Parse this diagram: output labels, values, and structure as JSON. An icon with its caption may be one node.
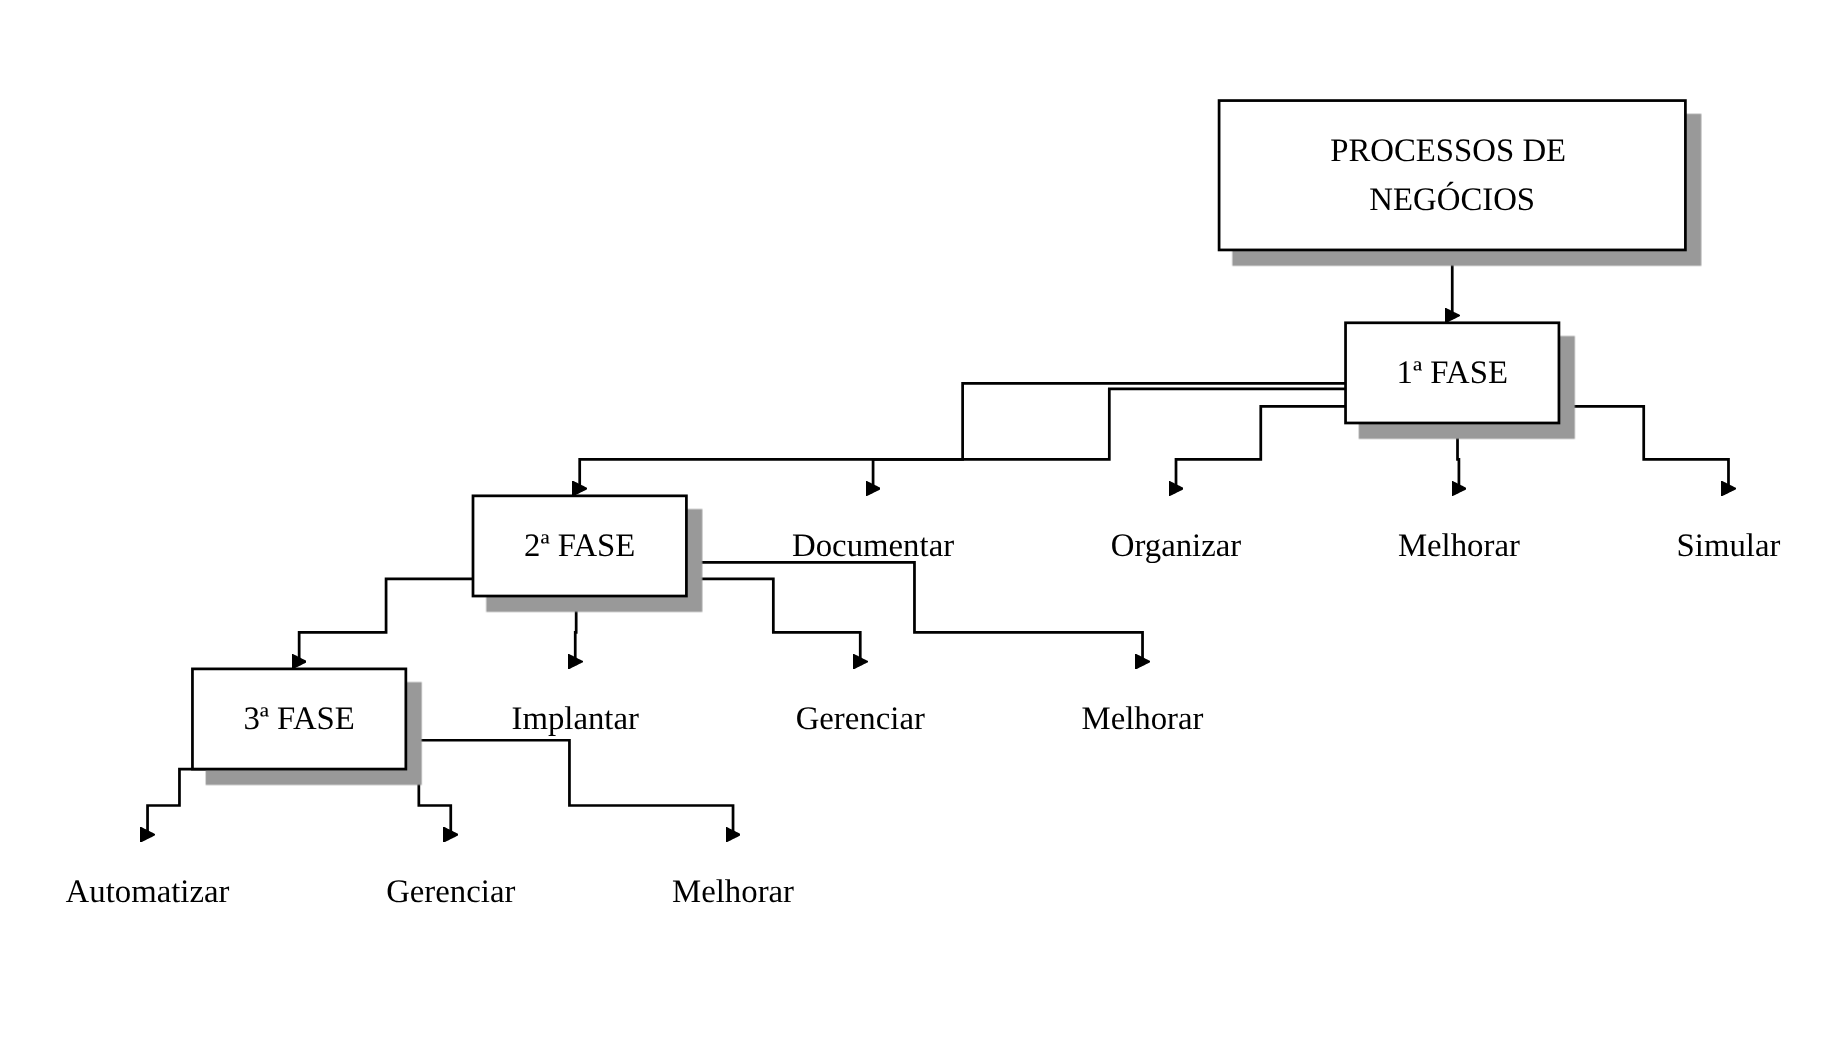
{
  "diagram": {
    "nodes": [
      {
        "text": [
          "PROCESSOS DE NEGÓCIOS"
        ]
      },
      {
        "text": [
          "1ª FASE"
        ]
      },
      {
        "text": [
          "2ª FASE"
        ]
      },
      {
        "text": [
          "3ª FASE"
        ]
      },
      {
        "text": [
          "Documentar"
        ]
      },
      {
        "text": [
          "Organizar"
        ]
      },
      {
        "text": [
          "Melhorar"
        ]
      },
      {
        "text": [
          "Simular"
        ]
      },
      {
        "text": [
          "Implantar"
        ]
      },
      {
        "text": [
          "Gerenciar"
        ]
      },
      {
        "text": [
          "Melhorar"
        ]
      },
      {
        "text": [
          "Automatizar"
        ]
      },
      {
        "text": [
          "Gerenciar"
        ]
      },
      {
        "text": [
          "Melhorar"
        ]
      }
    ],
    "edges": [
      {
        "from": 0,
        "to": 1,
        "arrow": "to"
      },
      {
        "from": 1,
        "to": 2,
        "arrow": "to"
      },
      {
        "from": 2,
        "to": 3,
        "arrow": "to"
      },
      {
        "from": 1,
        "to": 4,
        "arrow": "to"
      },
      {
        "from": 1,
        "to": 5,
        "arrow": "to"
      },
      {
        "from": 1,
        "to": 6,
        "arrow": "to"
      },
      {
        "from": 1,
        "to": 7,
        "arrow": "to"
      },
      {
        "from": 2,
        "to": 8,
        "arrow": "to"
      },
      {
        "from": 2,
        "to": 9,
        "arrow": "to"
      },
      {
        "from": 2,
        "to": 10,
        "arrow": "to"
      },
      {
        "from": 3,
        "to": 11,
        "arrow": "to"
      },
      {
        "from": 3,
        "to": 12,
        "arrow": "to"
      },
      {
        "from": 3,
        "to": 13,
        "arrow": "to"
      }
    ]
  }
}
